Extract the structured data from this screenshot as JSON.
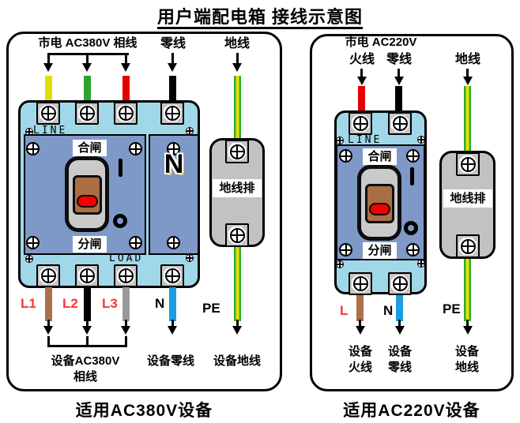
{
  "title": "用户端配电箱 接线示意图",
  "colors": {
    "breaker_body": "#a0d8ea",
    "breaker_panel": "#7e99c8",
    "terminal_gray": "#c6c6c6",
    "earth_bar_gray": "#c2c2c2",
    "switch_well": "#cacaca",
    "switch_handle_brown": "#a96e42",
    "switch_button_red": "#f20000",
    "wire_yellow": "#e2dc00",
    "wire_green": "#2fa32f",
    "wire_red": "#e60000",
    "wire_black": "#000000",
    "wire_brown": "#ae7049",
    "wire_gray": "#9a9a9a",
    "wire_blue": "#1b9ddf",
    "earth_stripe_green": "#2ead2e",
    "earth_stripe_yellow": "#e6e000",
    "label_red": "#ff3333"
  },
  "left": {
    "caption": "适用AC380V设备",
    "labels": {
      "mains": "市电 AC380V 相线",
      "neutral": "零线",
      "earth": "地线"
    },
    "breaker": {
      "line": "LINE",
      "load": "LOAD",
      "close": "合闸",
      "open": "分闸",
      "n_pole": "N"
    },
    "out": {
      "l1": "L1",
      "l2": "L2",
      "l3": "L3",
      "n": "N",
      "pe": "PE"
    },
    "earth_bar_label": "地线排",
    "equip": {
      "phase_1": "设备AC380V",
      "phase_2": "相线",
      "neutral": "设备零线",
      "earth": "设备地线"
    }
  },
  "right": {
    "caption": "适用AC220V设备",
    "labels": {
      "mains": "市电 AC220V",
      "live": "火线",
      "neutral": "零线",
      "earth": "地线"
    },
    "breaker": {
      "line": "LINE",
      "close": "合闸",
      "open": "分闸"
    },
    "out": {
      "l": "L",
      "n": "N",
      "pe": "PE"
    },
    "earth_bar_label": "地线排",
    "equip": {
      "live_1": "设备",
      "live_2": "火线",
      "neutral_1": "设备",
      "neutral_2": "零线",
      "earth_1": "设备",
      "earth_2": "地线"
    }
  }
}
